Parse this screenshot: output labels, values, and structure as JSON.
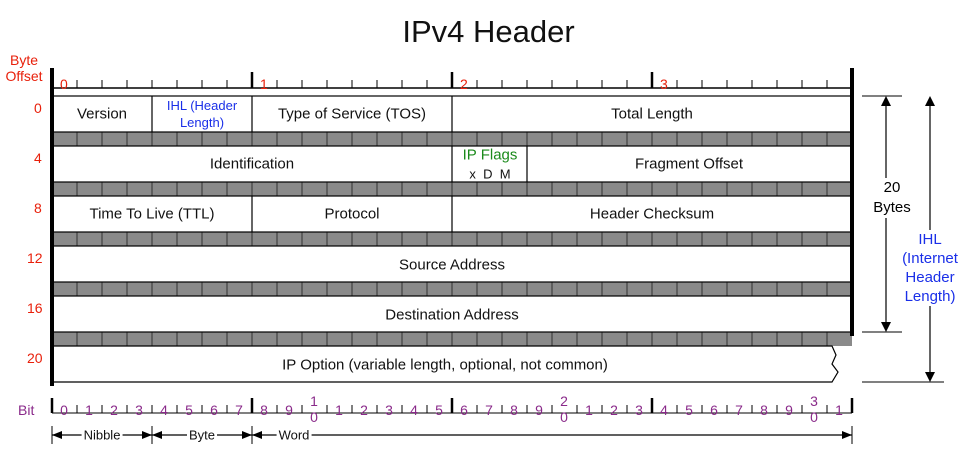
{
  "title": "IPv4 Header",
  "byte_offset_label": "Byte\nOffset",
  "byte_offset_label_lines": [
    "Byte",
    "Offset"
  ],
  "byte_offsets": [
    "0",
    "4",
    "8",
    "12",
    "16",
    "20"
  ],
  "top_byte_markers": [
    "0",
    "1",
    "2",
    "3"
  ],
  "bit_label": "Bit",
  "bit_numbers": [
    "0",
    "1",
    "2",
    "3",
    "4",
    "5",
    "6",
    "7",
    "8",
    "9",
    "1\n0",
    "1",
    "2",
    "3",
    "4",
    "5",
    "6",
    "7",
    "8",
    "9",
    "2\n0",
    "1",
    "2",
    "3",
    "4",
    "5",
    "6",
    "7",
    "8",
    "9",
    "3\n0",
    "1"
  ],
  "fields": {
    "version": "Version",
    "ihl": [
      "IHL (Header",
      "Length)"
    ],
    "tos": "Type of Service (TOS)",
    "total_length": "Total Length",
    "identification": "Identification",
    "ip_flags": "IP Flags",
    "flag_bits": "x  D  M",
    "fragment_offset": "Fragment Offset",
    "ttl": "Time To Live (TTL)",
    "protocol": "Protocol",
    "header_checksum": "Header Checksum",
    "source_address": "Source Address",
    "destination_address": "Destination Address",
    "ip_option": "IP Option (variable length, optional, not common)"
  },
  "right_labels": {
    "bytes20": [
      "20",
      "Bytes"
    ],
    "ihl_long": [
      "IHL",
      "(Internet",
      "Header",
      "Length)"
    ]
  },
  "legend": {
    "nibble": "Nibble",
    "byte": "Byte",
    "word": "Word"
  },
  "colors": {
    "offset_red": "#e8200b",
    "bit_purple": "#8a2a8a",
    "ihl_blue": "#1a2fe8",
    "flags_green": "#1a8a1a",
    "bar_gray": "#8a8a8a"
  }
}
